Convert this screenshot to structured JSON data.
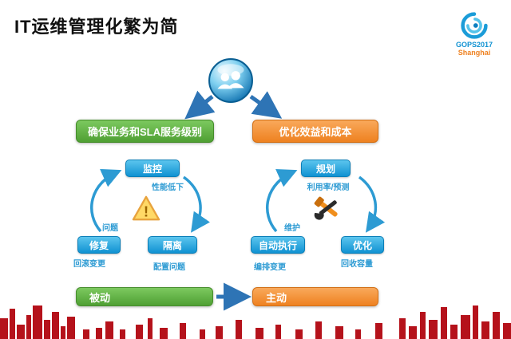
{
  "slide": {
    "title": "IT运维管理化繁为简",
    "logo": {
      "line1": "GOPS2017",
      "line2": "Shanghai"
    }
  },
  "banners": {
    "left": "确保业务和SLA服务级别",
    "right": "优化效益和成本",
    "bottom_left": "被动",
    "bottom_right": "主动"
  },
  "left_cycle": {
    "top": "监控",
    "top_note": "性能低下",
    "center_note": "问题",
    "bottom_left": "修复",
    "bottom_left_note": "回滚变更",
    "bottom_right": "隔离",
    "bottom_right_note": "配置问题"
  },
  "right_cycle": {
    "top": "规划",
    "top_note": "利用率/预测",
    "center_note": "维护",
    "bottom_left": "自动执行",
    "bottom_left_note": "编排变更",
    "bottom_right": "优化",
    "bottom_right_note": "回收容量"
  },
  "icons": {
    "center": "users-icon",
    "left_cycle": "warning-icon",
    "right_cycle": "tools-icon",
    "logo": "swirl-logo-icon"
  },
  "colors": {
    "green": "#4f9f33",
    "orange": "#ee8120",
    "blue": "#1092d2",
    "note_blue": "#2d9bd3",
    "arrow_blue": "#2e74b5",
    "skyline_red": "#b5121b"
  }
}
